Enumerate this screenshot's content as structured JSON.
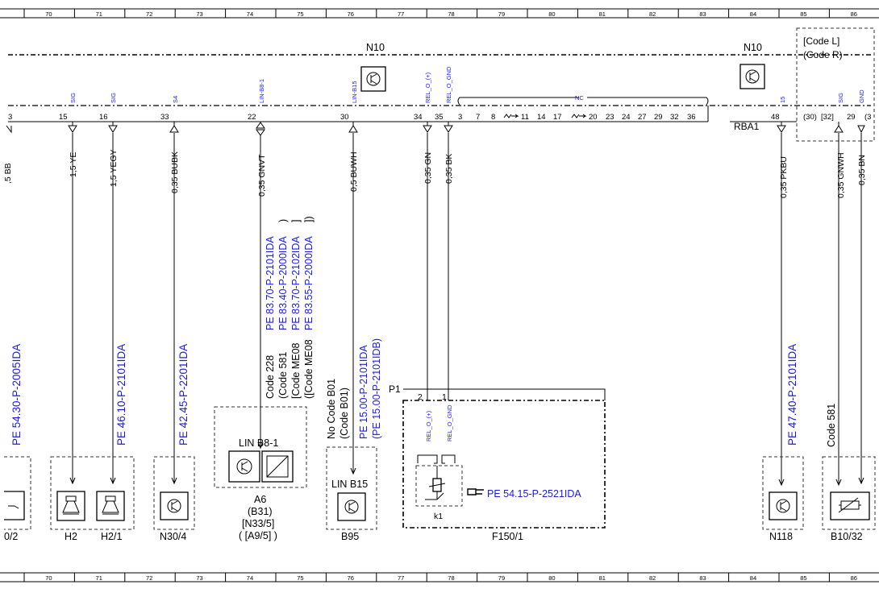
{
  "grid": {
    "columns": [
      "70",
      "71",
      "72",
      "73",
      "74",
      "75",
      "76",
      "77",
      "78",
      "79",
      "80",
      "81",
      "82",
      "83",
      "84",
      "85",
      "86"
    ]
  },
  "control_units": {
    "n10_left": "N10",
    "n10_right": "N10",
    "code_l": "[Code L]",
    "code_r": "(Code R)",
    "rba1": "RBA1"
  },
  "connector": {
    "sig_labels": [
      "SIG",
      "SIG",
      "S4",
      "LIN-B8-1",
      "LIN-B15",
      "REL_O_(+)",
      "REL_O_GND",
      "15",
      "SIG",
      "GND"
    ],
    "nc_label": "NC",
    "pins": [
      "15",
      "16",
      "33",
      "22",
      "30",
      "34",
      "35",
      "48",
      "29"
    ],
    "left_pin_fragment": "3",
    "nc_pins": [
      "3",
      "7",
      "8",
      "11",
      "14",
      "17",
      "20",
      "23",
      "24",
      "27",
      "29",
      "32",
      "36"
    ],
    "right_pins": [
      "(30)",
      "[32]"
    ],
    "right_pin_fragment": "(3"
  },
  "wires": {
    "left_fragment": ",5 BB",
    "w15": "1,5 YE",
    "w16": "1,5 YEGY",
    "w33": "0,35 BUBK",
    "w22": "0,35 GNVT",
    "w30": "0,5 BUWH",
    "w34": "0,35 GN",
    "w35": "0,35 BK",
    "w48": "0,35 PKBU",
    "w29": "0,35 GNWH",
    "w_bn": "0,35 BN"
  },
  "refs": {
    "r_left": "PE 54.30-P-2005IDA",
    "r_h2": "PE 46.10-P-2101IDA",
    "r_n304": "PE 42.45-P-2201IDA",
    "a6_refs": [
      "PE 83.70-P-2101IDA",
      "PE 83.40-P-2000IDA",
      "PE 83.70-P-2102IDA",
      "PE 83.55-P-2000IDA"
    ],
    "a6_codes": [
      "Code 228",
      "(Code 581",
      ")",
      "[Code ME08",
      "]",
      "([Code ME08",
      "])"
    ],
    "b95_codes": [
      "No Code B01",
      "(Code B01)"
    ],
    "b95_refs": [
      "PE 15.00-P-2101IDA",
      "(PE 15.00-P-2101IDB)"
    ],
    "r_n118": "PE 47.40-P-2101IDA",
    "code_581": "Code 581",
    "relay_ref": "PE 54.15-P-2521IDA"
  },
  "relay": {
    "p1": "P1",
    "pin2": "2",
    "pin1": "1",
    "rel_plus": "REL_O_(+)",
    "rel_gnd": "REL_O_GND",
    "k1": "k1"
  },
  "components": {
    "left_fragment": "0/2",
    "h2": "H2",
    "h21": "H2/1",
    "n304": "N30/4",
    "lin_b8": "LIN B8-1",
    "a6_lines": [
      "A6",
      "(B31)",
      "[N33/5]",
      "( [A9/5] )"
    ],
    "lin_b15": "LIN B15",
    "b95": "B95",
    "f150": "F150/1",
    "n118": "N118",
    "b1032": "B10/32"
  }
}
